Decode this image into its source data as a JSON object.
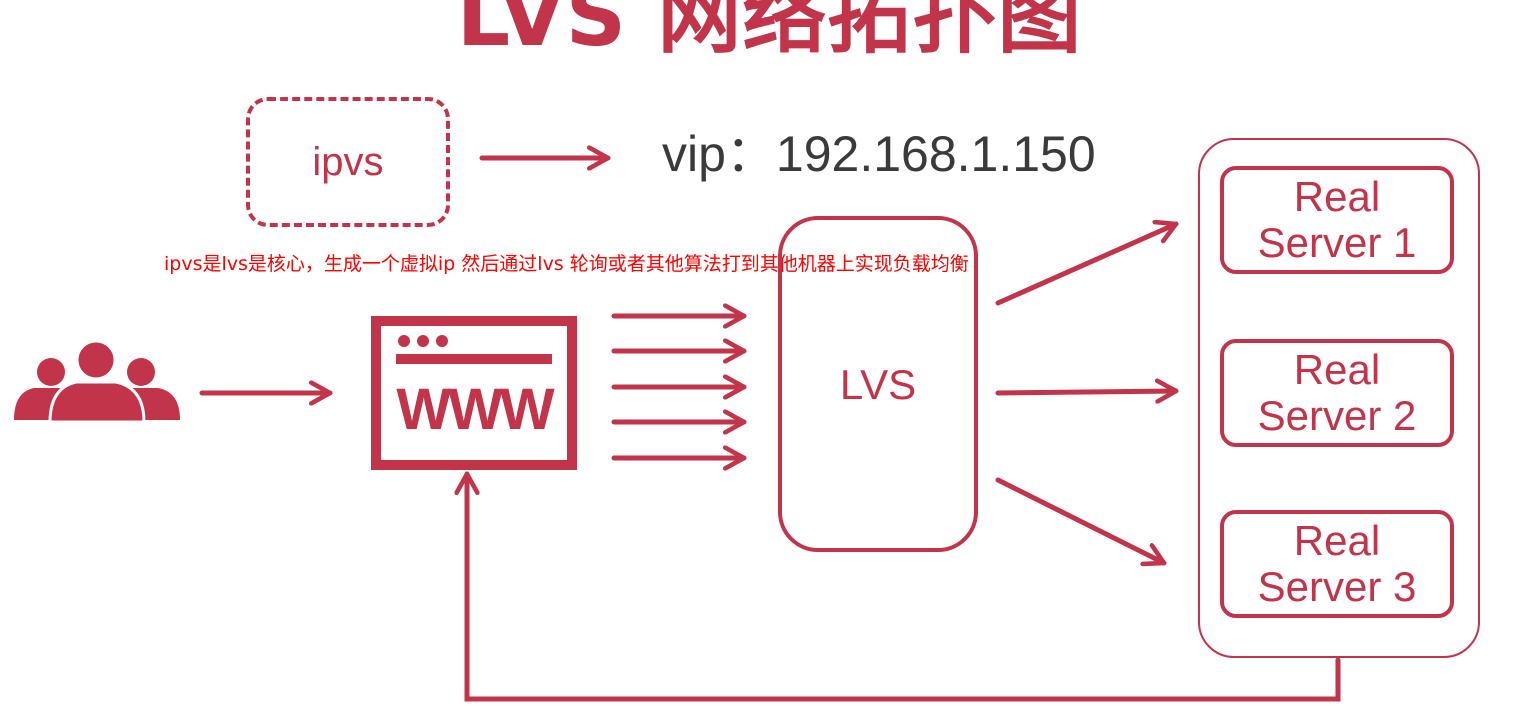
{
  "title": "LVS 网络拓扑图",
  "ipvs_label": "ipvs",
  "vip_text": "vip：192.168.1.150",
  "note": "ipvs是lvs是核心，生成一个虚拟ip 然后通过lvs 轮询或者其他算法打到其他机器上实现负载均衡",
  "lvs_label": "LVS",
  "www_label": "WWW",
  "real_servers": [
    {
      "line1": "Real",
      "line2": "Server 1"
    },
    {
      "line1": "Real",
      "line2": "Server 2"
    },
    {
      "line1": "Real",
      "line2": "Server 3"
    }
  ],
  "icons": {
    "users": "users-group-icon",
    "browser": "browser-window-icon"
  },
  "colors": {
    "accent": "#c2344a",
    "note": "#ff0000",
    "text": "#3a3a3a"
  }
}
